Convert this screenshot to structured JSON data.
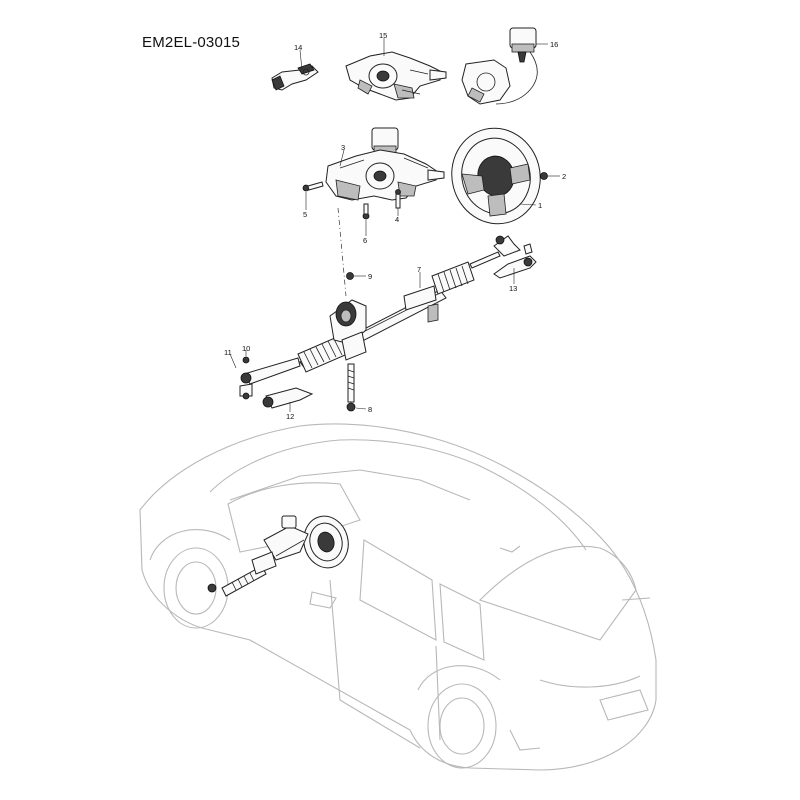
{
  "diagram": {
    "title": "EM2EL-03015"
  },
  "callouts": [
    {
      "id": "1",
      "text": "1"
    },
    {
      "id": "2",
      "text": "2"
    },
    {
      "id": "3",
      "text": "3"
    },
    {
      "id": "4",
      "text": "4"
    },
    {
      "id": "5",
      "text": "5"
    },
    {
      "id": "6",
      "text": "6"
    },
    {
      "id": "7",
      "text": "7"
    },
    {
      "id": "8",
      "text": "8"
    },
    {
      "id": "9",
      "text": "9"
    },
    {
      "id": "10",
      "text": "10"
    },
    {
      "id": "11",
      "text": "11"
    },
    {
      "id": "12",
      "text": "12"
    },
    {
      "id": "13",
      "text": "13"
    },
    {
      "id": "14",
      "text": "14"
    },
    {
      "id": "15",
      "text": "15"
    },
    {
      "id": "16",
      "text": "16"
    }
  ]
}
